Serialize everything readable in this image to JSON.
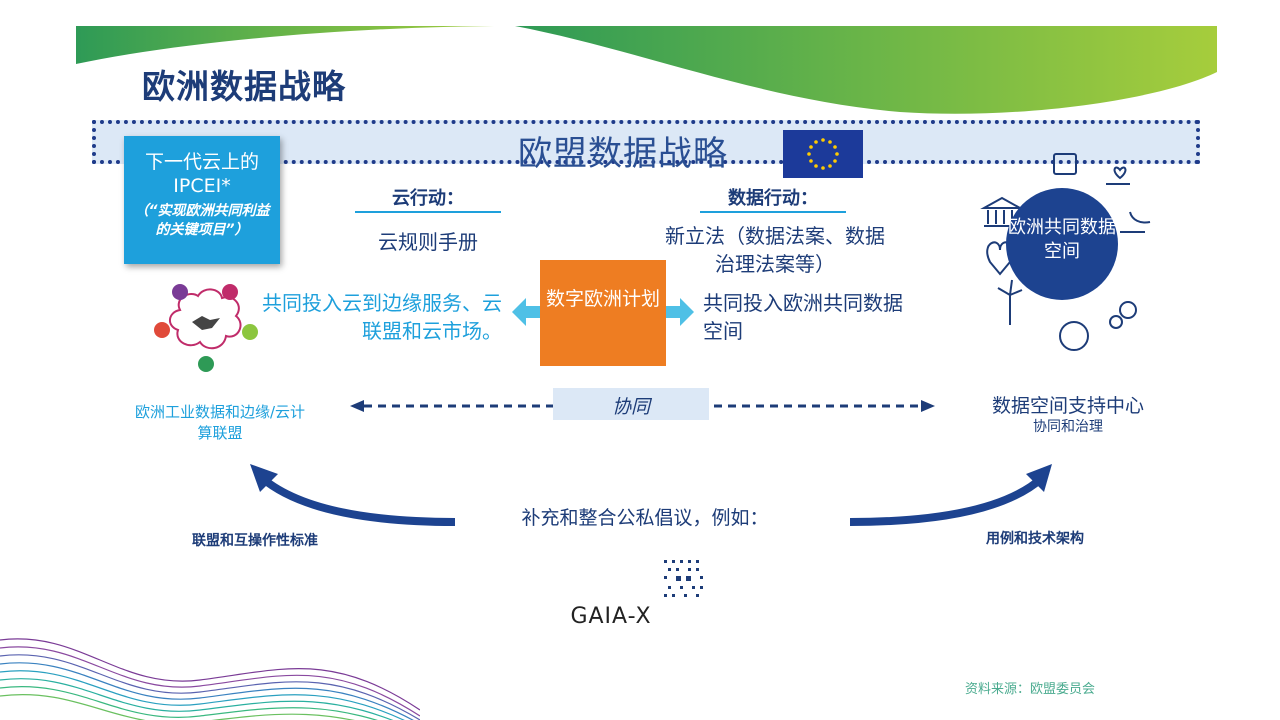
{
  "page": {
    "title": "欧洲数据战略",
    "banner_title": "欧盟数据战略",
    "source": "资料来源：欧盟委员会"
  },
  "ipcei": {
    "title": "下一代云上的IPCEI*",
    "subtitle": "（“实现欧洲共同利益的关键项目”）"
  },
  "cloud_action": {
    "heading": "云行动：",
    "rulebook": "云规则手册",
    "investment": "共同投入云到边缘服务、云联盟和云市场。"
  },
  "data_action": {
    "heading": "数据行动：",
    "legislation": "新立法（数据法案、数据治理法案等）",
    "investment": "共同投入欧洲共同数据空间"
  },
  "center": {
    "label": "数字欧洲计划"
  },
  "alliance": {
    "label": "欧洲工业数据和边缘/云计算联盟"
  },
  "collaboration": {
    "label": "协同"
  },
  "data_space": {
    "circle_label": "欧洲共同数据空间",
    "support_center": "数据空间支持中心",
    "support_sub": "协同和治理"
  },
  "bottom": {
    "complement": "补充和整合公私倡议，例如：",
    "left_label": "联盟和互操作性标准",
    "right_label": "用例和技术架构",
    "gaia": "GAIA-X"
  },
  "colors": {
    "navy": "#1d3c78",
    "cyan": "#1ea0dc",
    "orange": "#ee7d22",
    "green": "#8cc63f",
    "teal": "#4aab8f"
  }
}
